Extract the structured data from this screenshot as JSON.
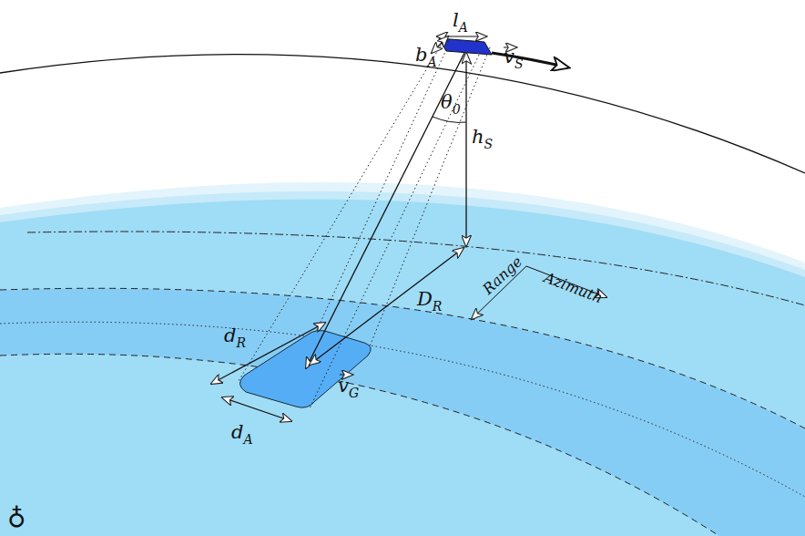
{
  "diagram": {
    "labels": [
      "lA",
      "bA",
      "vS",
      "θ0",
      "hS",
      "DR",
      "dR",
      "dA",
      "vG",
      "Azimuth",
      "Range",
      "♁"
    ]
  }
}
